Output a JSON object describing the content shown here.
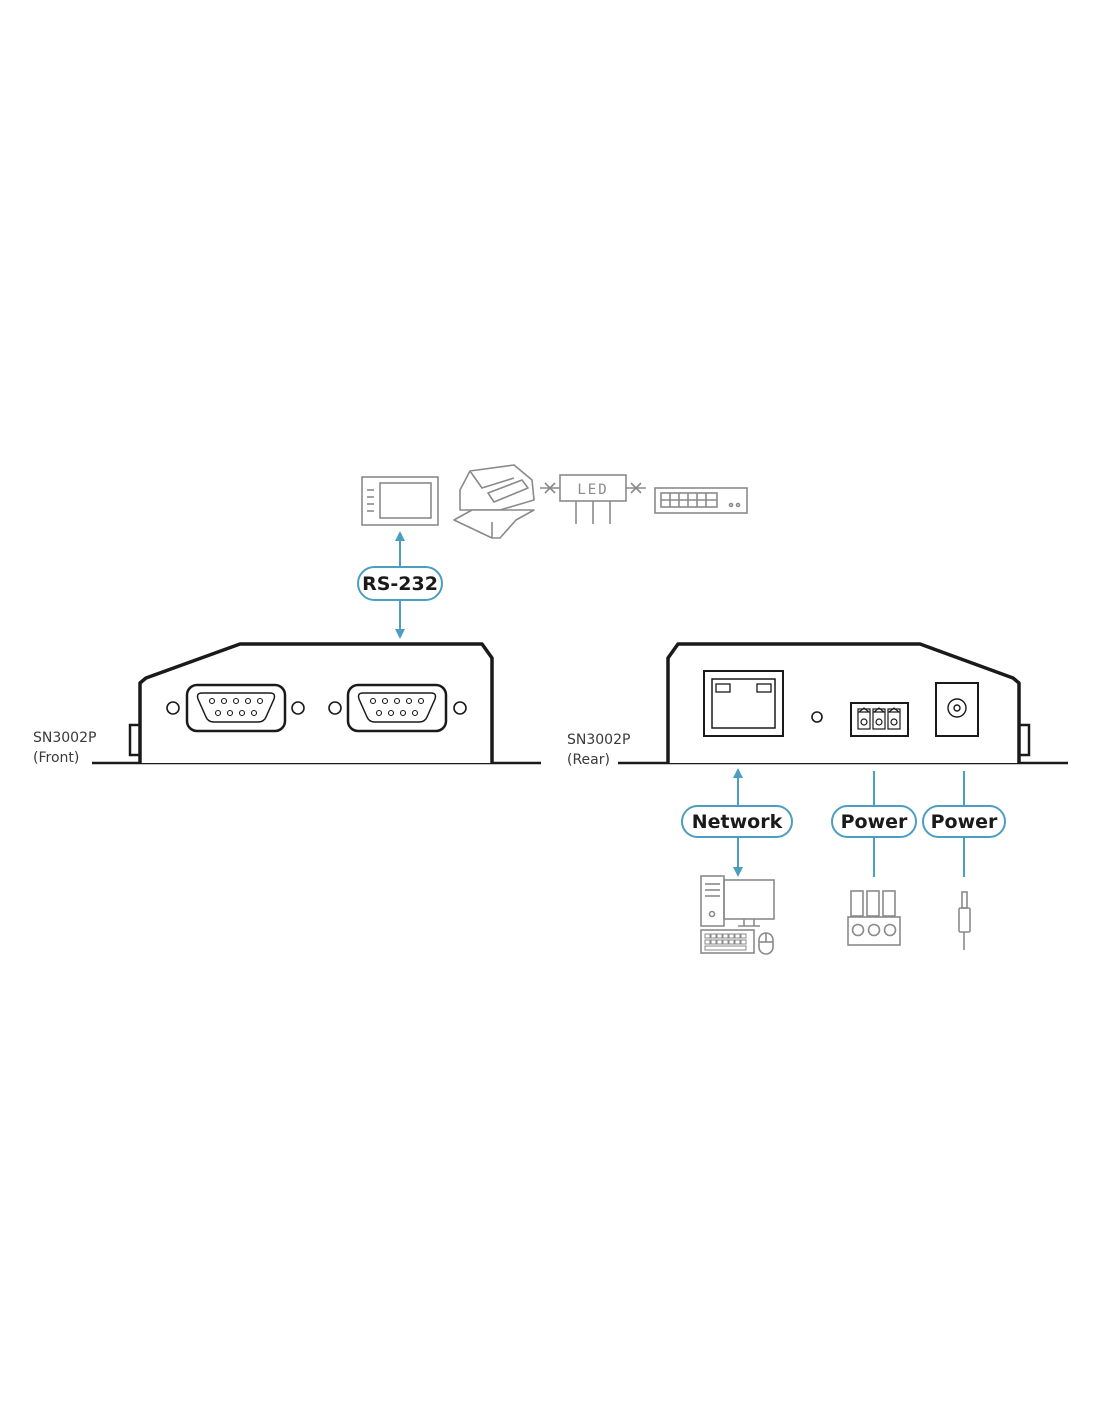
{
  "colors": {
    "accent": "#4c9ec0",
    "device": "#1a1a1a",
    "icon_gray": "#8a8a8a"
  },
  "labels": {
    "rs232": "RS-232",
    "network": "Network",
    "power_terminal": "Power",
    "power_dc": "Power"
  },
  "front": {
    "model": "SN3002P",
    "side": "(Front)"
  },
  "rear": {
    "model": "SN3002P",
    "side": "(Rear)"
  },
  "serial_devices": {
    "led_sign_text": "LED"
  },
  "icons": {
    "touch_panel": "touch-panel-icon",
    "printer": "printer-icon",
    "led_sign": "led-sign-icon",
    "network_switch": "network-switch-icon",
    "computer": "computer-icon",
    "terminal_block": "terminal-block-icon",
    "dc_plug": "dc-plug-icon"
  }
}
